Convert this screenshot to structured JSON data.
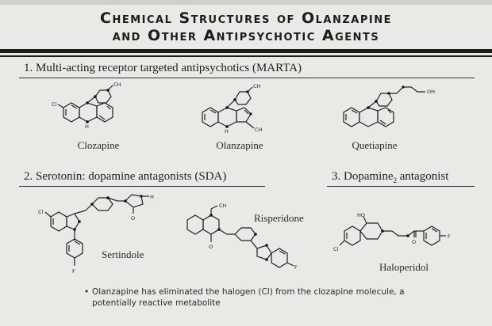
{
  "title": {
    "line1": "Chemical Structures of Olanzapine",
    "line2": "and Other Antipsychotic Agents"
  },
  "sections": {
    "marta": "1. Multi-acting receptor targeted antipsychotics (MARTA)",
    "sda": "2. Serotonin: dopamine antagonists (SDA)",
    "d2_prefix": "3. Dopamine",
    "d2_sub": "2",
    "d2_suffix": " antagonist"
  },
  "compounds": {
    "clozapine": "Clozapine",
    "olanzapine": "Olanzapine",
    "quetiapine": "Quetiapine",
    "sertindole": "Sertindole",
    "risperidone": "Risperidone",
    "haloperidol": "Haloperidol"
  },
  "atoms": {
    "cl": "Cl",
    "ch3": "CH",
    "oh": "OH",
    "h": "H",
    "f": "F",
    "ho": "HO",
    "o": "O"
  },
  "note": {
    "bullet": "•",
    "text": "Olanzapine has eliminated the halogen (Cl) from the clozapine molecule, a potentially reactive metabolite"
  },
  "colors": {
    "background": "#e9e9e6",
    "text": "#222222"
  }
}
